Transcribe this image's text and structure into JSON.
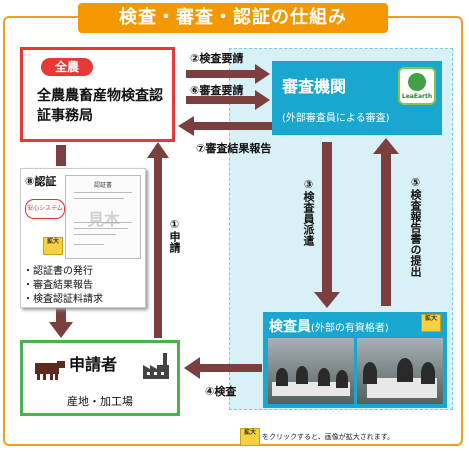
{
  "title": "検査・審査・認証の仕組み",
  "zennoh": {
    "badge": "全農",
    "name": "全農農畜産物検査認証事務局"
  },
  "shinsa": {
    "title": "審査機関",
    "subtitle": "(外部審査員による審査)",
    "logo_text": "LeaEarth"
  },
  "certification": {
    "label": "⑧認証",
    "paper_title": "認証書",
    "watermark": "見本",
    "anshin_text": "安心システム",
    "zoom_label": "拡大",
    "bullets": [
      "・認証書の発行",
      "・審査結果報告",
      "・検査認証料請求"
    ]
  },
  "applicant": {
    "title": "申請者",
    "subtitle": "産地・加工場"
  },
  "inspector": {
    "title": "検査員",
    "subtitle": "(外部の有資格者)",
    "zoom_label": "拡大"
  },
  "arrows": {
    "a2": "②検査要請",
    "a6": "⑥審査要請",
    "a7": "⑦審査結果報告",
    "a1": "①申請",
    "a3": "③検査員派遣",
    "a5": "⑤検査報告書の提出",
    "a4": "④検査"
  },
  "note": {
    "text": "をクリックすると、画像が拡大されます。",
    "zoom_label": "拡大"
  },
  "colors": {
    "title_orange": "#f39800",
    "zennoh_red": "#e53935",
    "shinsa_blue": "#1aa7cf",
    "applicant_green": "#4caf50",
    "arrow_brown": "#7b3f3f",
    "panel_cyan": "#d8f1f7"
  }
}
